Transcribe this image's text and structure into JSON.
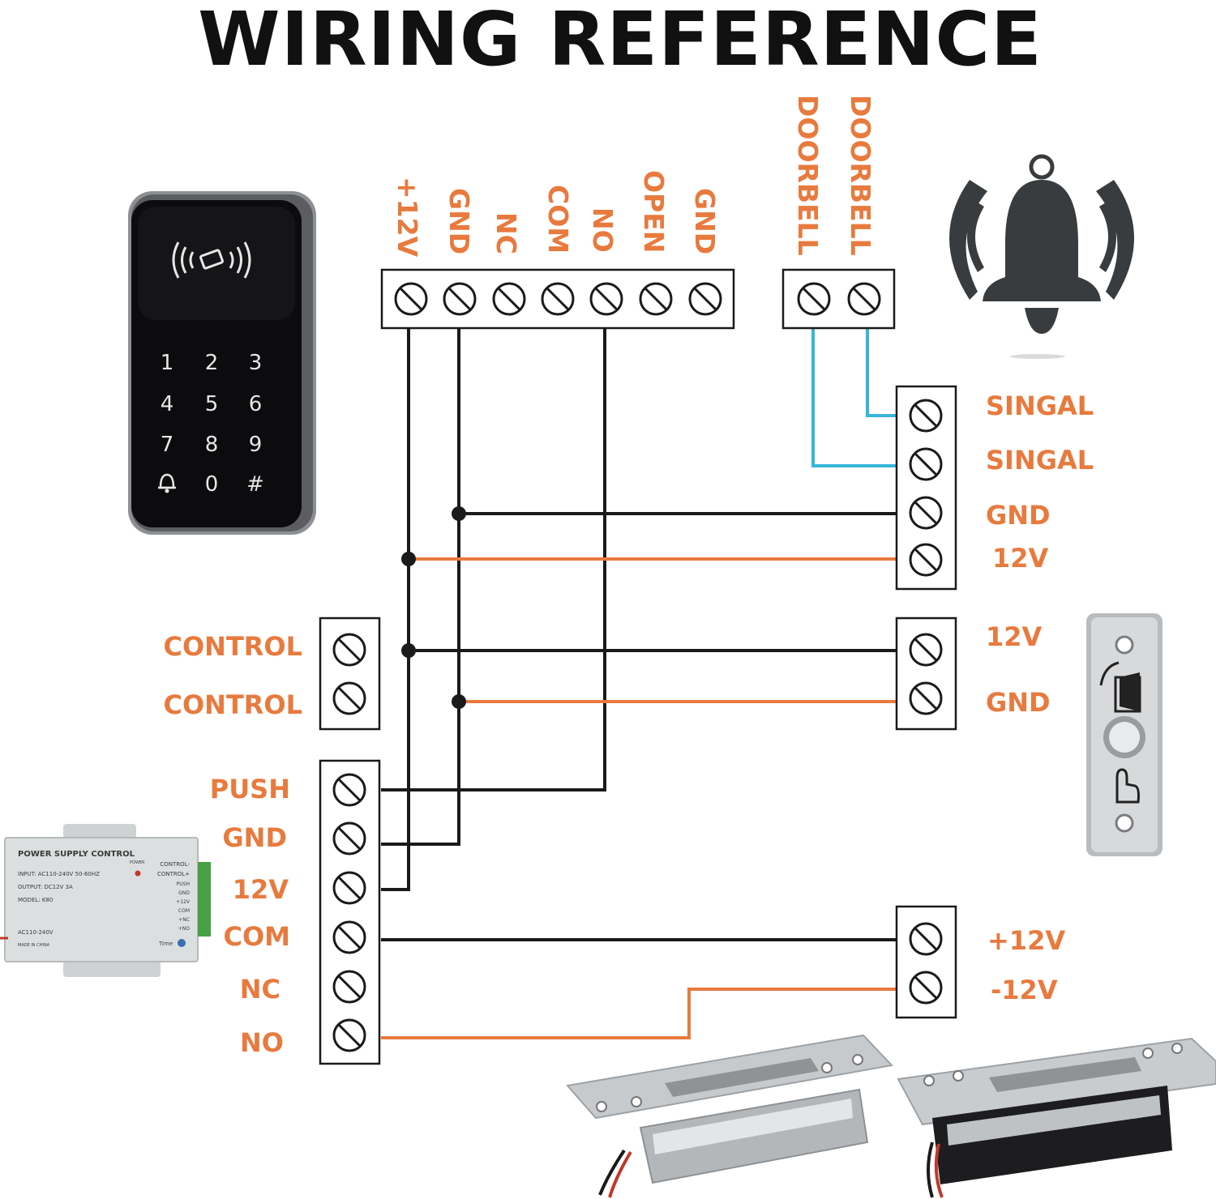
{
  "title": "WIRING REFERENCE",
  "colors": {
    "label": "#e87a3e",
    "title": "#111111",
    "wire_black": "#1a1a1a",
    "wire_orange": "#e87a3e",
    "wire_cyan": "#35b6dc"
  },
  "reader_terminals": [
    "+12V",
    "GND",
    "NC",
    "COM",
    "NO",
    "OPEN",
    "GND"
  ],
  "doorbell_terminals": [
    "DOORBELL",
    "DOORBELL"
  ],
  "bell_labels": [
    "SINGAL",
    "SINGAL",
    "GND",
    "12V"
  ],
  "control_labels": [
    "CONTROL",
    "CONTROL"
  ],
  "exit_button_labels": [
    "12V",
    "GND"
  ],
  "psu_labels": [
    "PUSH",
    "GND",
    "12V",
    "COM",
    "NC",
    "NO"
  ],
  "lock_labels": [
    "+12V",
    "-12V"
  ],
  "keypad": {
    "keys": [
      "1",
      "2",
      "3",
      "4",
      "5",
      "6",
      "7",
      "8",
      "9",
      "bell",
      "0",
      "#"
    ],
    "icon": "rfid-wave-icon"
  },
  "psu_device": {
    "heading": "POWER SUPPLY CONTROL",
    "lines": [
      "INPUT: AC110-240V 50-60HZ",
      "OUTPUT: DC12V 3A",
      "MODEL: K80"
    ],
    "terminals": [
      "CONTROL-",
      "CONTROL+",
      "PUSH",
      "GND",
      "+12V",
      "COM",
      "+NC",
      "+NO"
    ],
    "power": "POWER",
    "ac": "AC110-240V",
    "made": "MADE IN CHINA",
    "time": "Time"
  }
}
